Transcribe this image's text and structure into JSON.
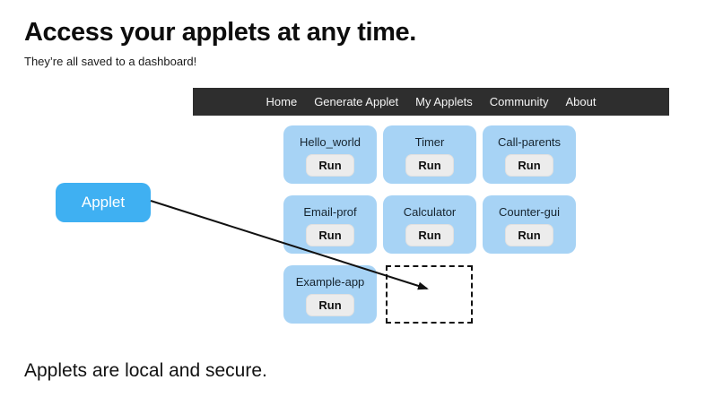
{
  "page": {
    "title": "Access your applets at any time.",
    "subtitle": "They’re all saved to a dashboard!",
    "footer": "Applets are local and secure."
  },
  "navbar": {
    "items": [
      {
        "label": "Home"
      },
      {
        "label": "Generate Applet"
      },
      {
        "label": "My Applets"
      },
      {
        "label": "Community"
      },
      {
        "label": "About"
      }
    ]
  },
  "dashboard": {
    "run_label": "Run",
    "applets": [
      {
        "name": "Hello_world"
      },
      {
        "name": "Timer"
      },
      {
        "name": "Call-parents"
      },
      {
        "name": "Email-prof"
      },
      {
        "name": "Calculator"
      },
      {
        "name": "Counter-gui"
      },
      {
        "name": "Example-app"
      }
    ]
  },
  "callout": {
    "label": "Applet"
  },
  "colors": {
    "navbar_bg": "#2e2e2e",
    "navbar_text": "#f5f5f5",
    "card_bg": "#a7d3f5",
    "run_bg": "#ececec",
    "run_border": "#e0e0e0",
    "accent_blue": "#3fb0f2",
    "arrow": "#111111"
  }
}
